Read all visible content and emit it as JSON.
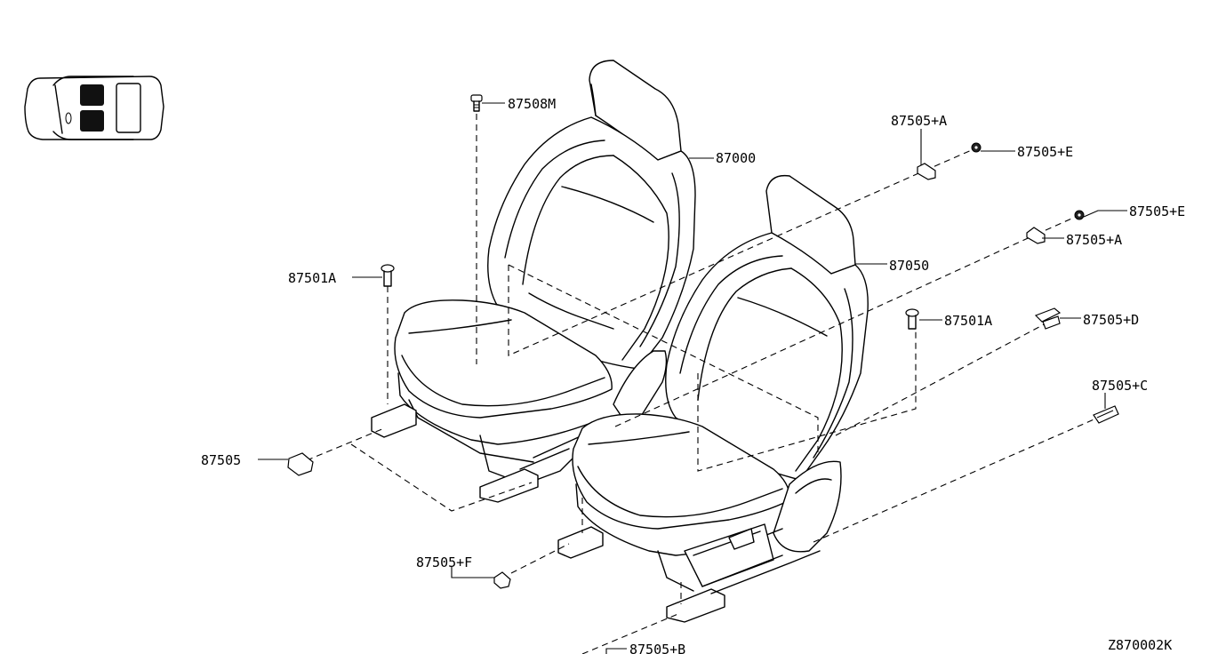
{
  "diagram_id": "Z870002K",
  "callouts": {
    "c87508M": "87508M",
    "c87000": "87000",
    "c87505A_1": "87505+A",
    "c87505E_1": "87505+E",
    "c87505E_2": "87505+E",
    "c87505A_2": "87505+A",
    "c87050": "87050",
    "c87501A_left": "87501A",
    "c87501A_right": "87501A",
    "c87505D": "87505+D",
    "c87505C": "87505+C",
    "c87505": "87505",
    "c87505F": "87505+F",
    "c87505B": "87505+B"
  },
  "locator": {
    "highlighted_seats": "front-left, front-right"
  }
}
